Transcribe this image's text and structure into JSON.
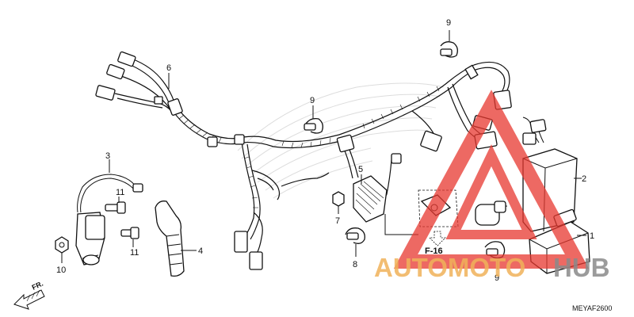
{
  "diagram": {
    "callouts": {
      "p1": "1",
      "p2": "2",
      "p3": "3",
      "p4": "4",
      "p5": "5",
      "p6": "6",
      "p7": "7",
      "p8": "8",
      "p9a": "9",
      "p9b": "9",
      "p9c": "9",
      "p10": "10",
      "p11a": "11",
      "p11b": "11"
    },
    "section_ref": "F-16",
    "front_label": "FR.",
    "code": "MEYAF2600"
  },
  "watermark": {
    "text_orange": "AUTOMOTO",
    "text_gray": "HUB",
    "accent_color": "#e8382f",
    "orange_color": "#f0b25a",
    "gray_color": "#8a8a8a"
  }
}
